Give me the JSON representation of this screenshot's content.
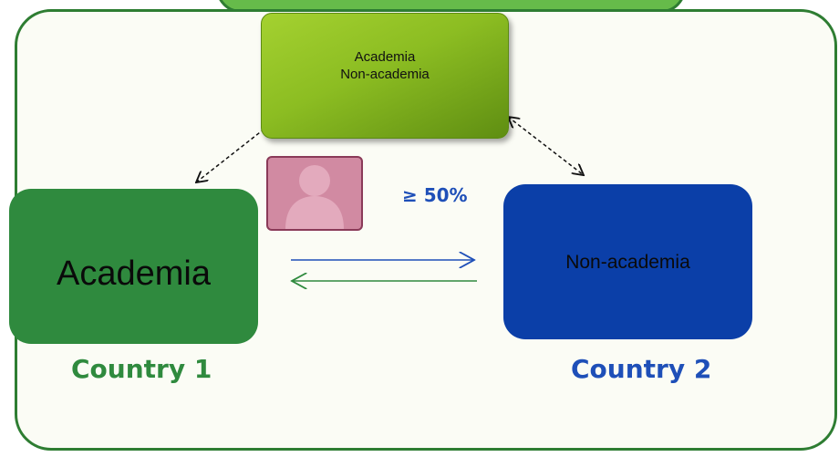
{
  "central_box": {
    "line1": "Academia",
    "line2": "Non-academia"
  },
  "country1": {
    "box_label": "Academia",
    "name": "Country 1"
  },
  "country2": {
    "box_label": "Non-academia",
    "name": "Country 2"
  },
  "share_label": "≥ 50%",
  "icons": {
    "person": "person-silhouette-icon"
  },
  "colors": {
    "frame_border": "#2e7d32",
    "academia": "#2f8a3e",
    "non_academia": "#0b3fa8",
    "central_box": "#8cbd22",
    "avatar": "#d18aa2",
    "blue_text": "#1e4fb8"
  }
}
